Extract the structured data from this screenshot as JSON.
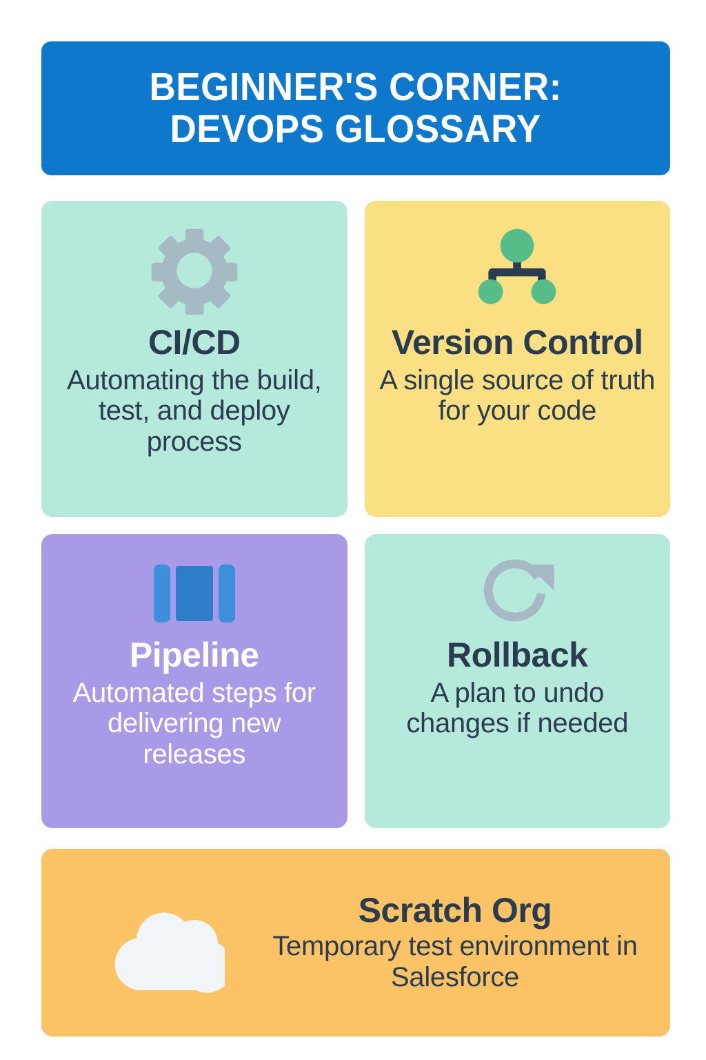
{
  "header": {
    "title": "BEGINNER'S CORNER:\nDEVOPS GLOSSARY",
    "background_color": "#0E78CC",
    "text_color": "#FFFFFF"
  },
  "cards": [
    {
      "id": "ci-cd",
      "title": "CI/CD",
      "description": "Automating the build, test, and deploy process",
      "icon": "gear-icon",
      "background_color": "#B5E9DC",
      "text_color": "#2A3C4E",
      "icon_color": "#A6BAC4"
    },
    {
      "id": "version-control",
      "title": "Version Control",
      "description": "A single source of truth for your code",
      "icon": "org-chart-icon",
      "background_color": "#FAE083",
      "text_color": "#2A3C4E",
      "icon_color": "#56BC8A",
      "icon_accent_color": "#2A3C4E"
    },
    {
      "id": "pipeline",
      "title": "Pipeline",
      "description": "Automated steps for delivering new releases",
      "icon": "pipeline-icon",
      "background_color": "#A99AE8",
      "text_color": "#FFFFFF",
      "icon_color": "#3D8FD8",
      "icon_accent_color": "#2E7DC8"
    },
    {
      "id": "rollback",
      "title": "Rollback",
      "description": "A plan to undo changes if needed",
      "icon": "refresh-circular-arrow-icon",
      "background_color": "#B5E9DC",
      "text_color": "#2A3C4E",
      "icon_color": "#A6BAC4"
    }
  ],
  "wide_card": {
    "id": "scratch-org",
    "title": "Scratch Org",
    "description": "Temporary test environment in Salesforce",
    "icon": "cloud-icon",
    "background_color": "#FBC266",
    "text_color": "#2A3C4E",
    "icon_color": "#F2F5F7"
  }
}
